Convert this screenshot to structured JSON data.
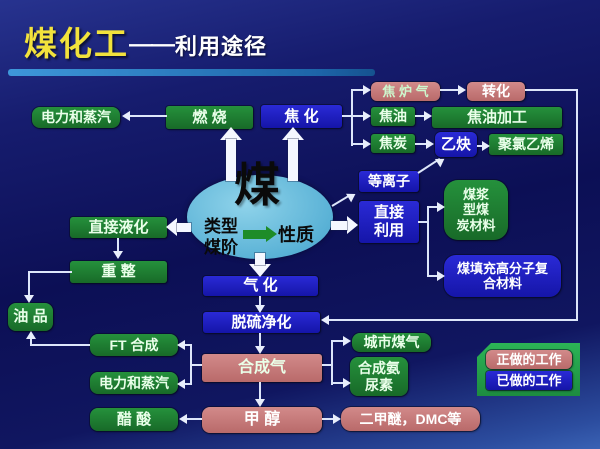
{
  "title": {
    "main": "煤化工",
    "dash": "——",
    "sub": "利用途径"
  },
  "ellipse": {
    "coal": "煤",
    "left": "类型\n煤阶",
    "right": "性质"
  },
  "nodes": {
    "power_steam_top": {
      "label": "电力和蒸汽"
    },
    "combustion": {
      "label": "燃  烧"
    },
    "coking": {
      "label": "焦  化"
    },
    "coke_oven_gas": {
      "label": "焦 炉 气"
    },
    "conversion": {
      "label": "转化"
    },
    "coal_tar": {
      "label": "焦油"
    },
    "tar_processing": {
      "label": "焦油加工"
    },
    "coke": {
      "label": "焦炭"
    },
    "acetylene": {
      "label": "乙炔"
    },
    "pvc": {
      "label": "聚氯乙烯"
    },
    "plasma": {
      "label": "等离子"
    },
    "direct_use": {
      "label": "直接\n利用"
    },
    "coal_slurry": {
      "label": "煤浆\n型煤\n炭材料"
    },
    "coal_polymer": {
      "label": "煤填充高分子复\n合材料"
    },
    "direct_liquefaction": {
      "label": "直接液化"
    },
    "reforming": {
      "label": "重  整"
    },
    "oil_products": {
      "label": "油 品"
    },
    "ft_synthesis": {
      "label": "FT 合成"
    },
    "power_steam_bottom": {
      "label": "电力和蒸汽"
    },
    "acetic_acid": {
      "label": "醋 酸"
    },
    "gasification": {
      "label": "气  化"
    },
    "desulfurization": {
      "label": "脱硫净化"
    },
    "syngas": {
      "label": "合成气"
    },
    "methanol": {
      "label": "甲  醇"
    },
    "city_gas": {
      "label": "城市煤气"
    },
    "ammonia_urea": {
      "label": "合成氨\n尿素"
    },
    "dme_dmc": {
      "label": "二甲醚，DMC等"
    }
  },
  "legend": {
    "doing": "正做的工作",
    "done": "已做的工作"
  },
  "colors": {
    "box_green": "#1c7c30",
    "box_blue": "#1c1cc0",
    "box_pink": "#c67878",
    "legend_green": "#23a04a",
    "ellipse_blue": "#62b7d9",
    "title_yellow": "#f2e23c",
    "underline_blue": "#2a7ec8"
  }
}
